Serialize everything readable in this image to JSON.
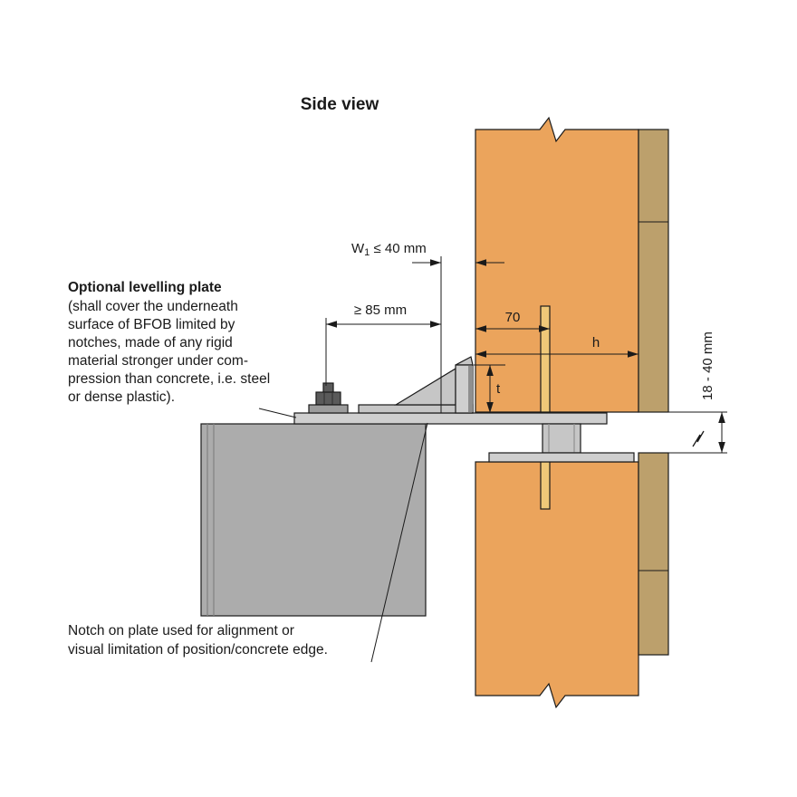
{
  "title": "Side view",
  "annotations": {
    "levelling_plate": {
      "heading": "Optional levelling plate",
      "lines": [
        "(shall cover the underneath",
        "surface of BFOB limited by",
        "notches, made of any rigid",
        "material stronger under com-",
        "pression than concrete, i.e. steel",
        "or dense plastic)."
      ]
    },
    "notch_note": {
      "lines": [
        "Notch on plate used for alignment or",
        "visual limitation of position/concrete edge."
      ]
    }
  },
  "dimensions": {
    "w1": {
      "main": "W",
      "sub": "1",
      "rest": " ≤ 40 mm"
    },
    "min_edge": "≥ 85 mm",
    "screw_offset": "70",
    "panel_depth": "h",
    "flange_height": "t",
    "gap": "18 - 40 mm"
  },
  "colors": {
    "panel": "#EBA45C",
    "strip": "#BCA06C",
    "spline": "#EFC878",
    "concrete": "#ACACAC",
    "steel_light": "#CFCFCF",
    "steel_mid": "#C6C6C6",
    "steel_dark": "#5A5A5A",
    "washer": "#9C9C9C",
    "shadow": "#8F8F8F"
  }
}
